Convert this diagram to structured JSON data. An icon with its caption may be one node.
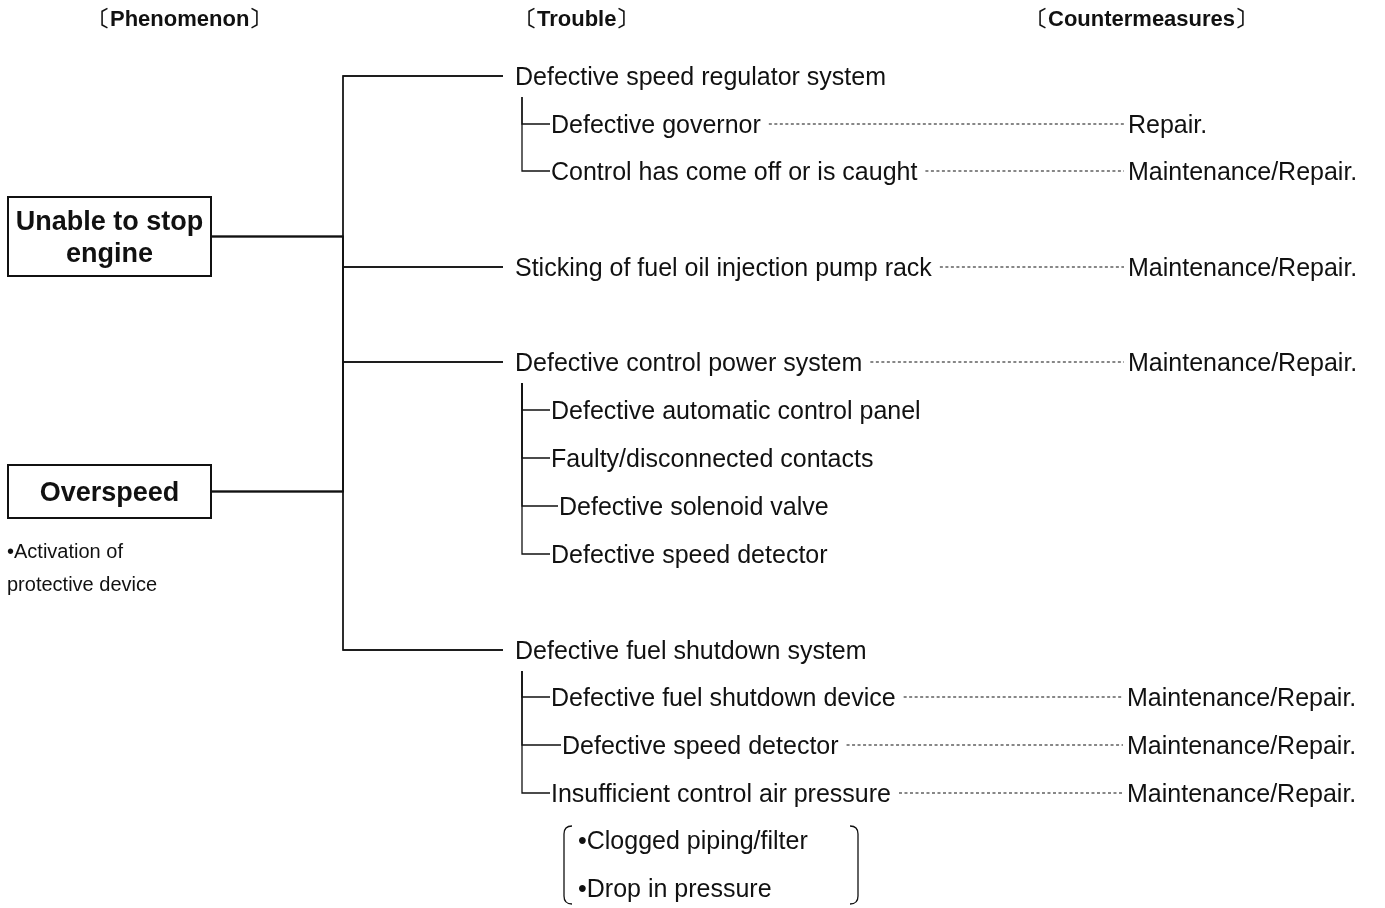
{
  "diagram": {
    "nodes": [
      {
        "text": [
          "Unable to stop engine"
        ]
      },
      {
        "text": [
          "Overspeed"
        ],
        "beside": [
          "•Activation of protective device"
        ]
      },
      {
        "text": [
          "Defective speed regulator system"
        ]
      },
      {
        "text": [
          "Defective governor"
        ]
      },
      {
        "text": [
          "Control has come off or is caught"
        ]
      },
      {
        "text": [
          "Sticking of fuel oil injection pump rack"
        ]
      },
      {
        "text": [
          "Defective control power system"
        ]
      },
      {
        "text": [
          "Defective automatic control panel"
        ]
      },
      {
        "text": [
          "Faulty/disconnected contacts"
        ]
      },
      {
        "text": [
          "Defective solenoid valve"
        ]
      },
      {
        "text": [
          "Defective speed detector"
        ]
      },
      {
        "text": [
          "Defective fuel shutdown system"
        ]
      },
      {
        "text": [
          "Defective fuel shutdown device"
        ]
      },
      {
        "text": [
          "Defective speed detector"
        ]
      },
      {
        "text": [
          "Insufficient control air pressure"
        ]
      },
      {
        "text": [
          "Repair."
        ]
      },
      {
        "text": [
          "Maintenance/Repair."
        ]
      },
      {
        "text": [
          "Maintenance/Repair."
        ]
      },
      {
        "text": [
          "Maintenance/Repair."
        ]
      },
      {
        "text": [
          "Maintenance/Repair."
        ]
      },
      {
        "text": [
          "Maintenance/Repair."
        ]
      },
      {
        "text": [
          "Maintenance/Repair."
        ]
      }
    ],
    "edges": [
      {
        "from": 0,
        "to": 2,
        "arrow": "none"
      },
      {
        "from": 0,
        "to": 5,
        "arrow": "none"
      },
      {
        "from": 0,
        "to": 6,
        "arrow": "none"
      },
      {
        "from": 0,
        "to": 11,
        "arrow": "none"
      },
      {
        "from": 1,
        "to": 2,
        "arrow": "none"
      },
      {
        "from": 1,
        "to": 5,
        "arrow": "none"
      },
      {
        "from": 1,
        "to": 6,
        "arrow": "none"
      },
      {
        "from": 1,
        "to": 11,
        "arrow": "none"
      },
      {
        "from": 2,
        "to": 3,
        "arrow": "none"
      },
      {
        "from": 2,
        "to": 4,
        "arrow": "none"
      },
      {
        "from": 6,
        "to": 7,
        "arrow": "none"
      },
      {
        "from": 6,
        "to": 8,
        "arrow": "none"
      },
      {
        "from": 6,
        "to": 9,
        "arrow": "none"
      },
      {
        "from": 6,
        "to": 10,
        "arrow": "none"
      },
      {
        "from": 11,
        "to": 12,
        "arrow": "none"
      },
      {
        "from": 11,
        "to": 13,
        "arrow": "none"
      },
      {
        "from": 11,
        "to": 14,
        "arrow": "none"
      },
      {
        "from": 3,
        "to": 15,
        "arrow": "none",
        "style": "dashed"
      },
      {
        "from": 4,
        "to": 16,
        "arrow": "none",
        "style": "dashed"
      },
      {
        "from": 5,
        "to": 17,
        "arrow": "none",
        "style": "dashed"
      },
      {
        "from": 6,
        "to": 18,
        "arrow": "none",
        "style": "dashed"
      },
      {
        "from": 12,
        "to": 19,
        "arrow": "none",
        "style": "dashed"
      },
      {
        "from": 13,
        "to": 20,
        "arrow": "none",
        "style": "dashed"
      },
      {
        "from": 14,
        "to": 21,
        "arrow": "none",
        "style": "dashed"
      }
    ],
    "labels": [
      "〔Phenomenon〕",
      "〔Trouble〕",
      "〔Countermeasures〕",
      "•Clogged piping/filter",
      "•Drop in pressure"
    ]
  }
}
